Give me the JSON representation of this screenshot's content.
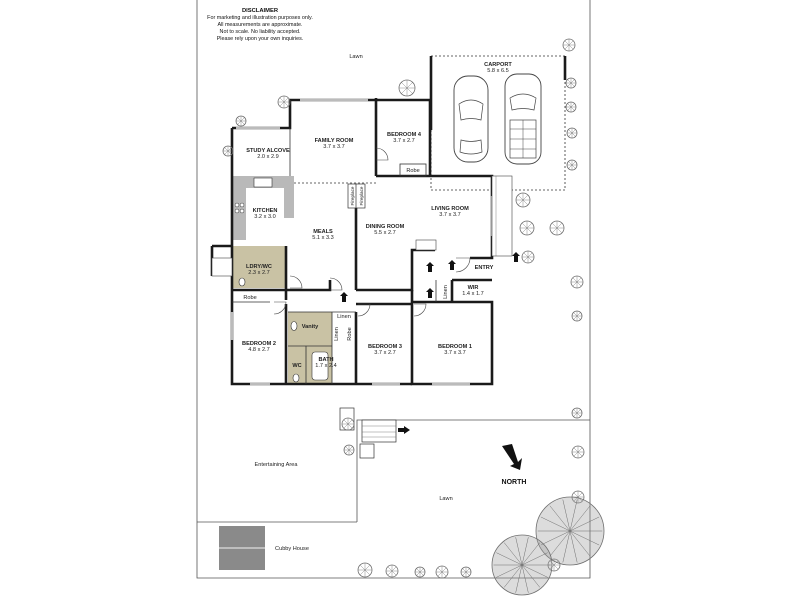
{
  "disclaimer": {
    "title": "DISCLAIMER",
    "lines": [
      "For marketing and illustration purposes only.",
      "All measurements are approximate.",
      "Not to scale.  No liability accepted.",
      "Please rely upon your own inquiries."
    ]
  },
  "areas": {
    "lawn_top": "Lawn",
    "lawn_bottom": "Lawn",
    "entertaining": "Entertaining Area",
    "cubby": "Cubby House",
    "north": "NORTH",
    "entry": "ENTRY"
  },
  "rooms": {
    "carport": {
      "name": "CARPORT",
      "dims": "5.8 x 6.5"
    },
    "family_room": {
      "name": "FAMILY ROOM",
      "dims": "3.7 x 3.7"
    },
    "bedroom4": {
      "name": "BEDROOM 4",
      "dims": "3.7 x 2.7"
    },
    "study_alcove": {
      "name": "STUDY ALCOVE",
      "dims": "2.0 x 2.9"
    },
    "kitchen": {
      "name": "KITCHEN",
      "dims": "3.2 x 3.0"
    },
    "meals": {
      "name": "MEALS",
      "dims": "5.1 x 3.3"
    },
    "dining_room": {
      "name": "DINING ROOM",
      "dims": "5.5 x 2.7"
    },
    "living_room": {
      "name": "LIVING ROOM",
      "dims": "3.7 x 3.7"
    },
    "ldry_wc": {
      "name": "LDRY/WC",
      "dims": "2.3 x 2.7"
    },
    "wir": {
      "name": "WIR",
      "dims": "1.4 x 1.7"
    },
    "bedroom2": {
      "name": "BEDROOM 2",
      "dims": "4.8 x 2.7"
    },
    "bedroom3": {
      "name": "BEDROOM 3",
      "dims": "3.7 x 2.7"
    },
    "bedroom1": {
      "name": "BEDROOM 1",
      "dims": "3.7 x 3.7"
    },
    "bath": {
      "name": "BATH",
      "dims": "1.7 x 2.4"
    }
  },
  "small_labels": {
    "robe_bed4": "Robe",
    "robe_bed2": "Robe",
    "vanity": "Vanity",
    "linen_top": "Linen",
    "linen_a": "Linen",
    "linen_b": "Linen",
    "robe_bath": "Robe",
    "wc": "WC",
    "fireplace_a": "Fireplace",
    "fireplace_b": "Fireplace"
  },
  "colors": {
    "kitchen_bench": "#b9b9b9",
    "wet_area": "#c9c2a4",
    "tree": "#6f6f6f",
    "cubby_roof": "#8a8a8a",
    "wall": "#1a1a1a"
  }
}
